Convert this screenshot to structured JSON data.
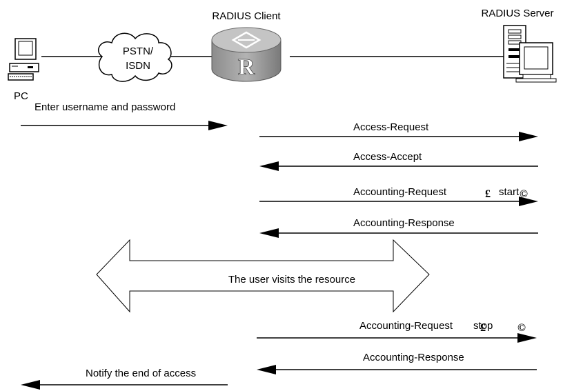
{
  "nodes": {
    "pc": "PC",
    "network": {
      "line1": "PSTN/",
      "line2": "ISDN"
    },
    "client": "RADIUS Client",
    "server": "RADIUS Server",
    "router_logo": "R"
  },
  "messages": {
    "enter_credentials": "Enter username and password",
    "access_request": "Access-Request",
    "access_accept": "Access-Accept",
    "acct_request_start": "Accounting-Request",
    "start_note": "start",
    "acct_response_1": "Accounting-Response",
    "user_visits": "The user visits the resource",
    "acct_request_stop": "Accounting-Request",
    "stop_note": "stop",
    "acct_response_2": "Accounting-Response",
    "notify_end": "Notify the end of access"
  },
  "glyphs": {
    "open_paren": "£",
    "close_paren": "©"
  }
}
